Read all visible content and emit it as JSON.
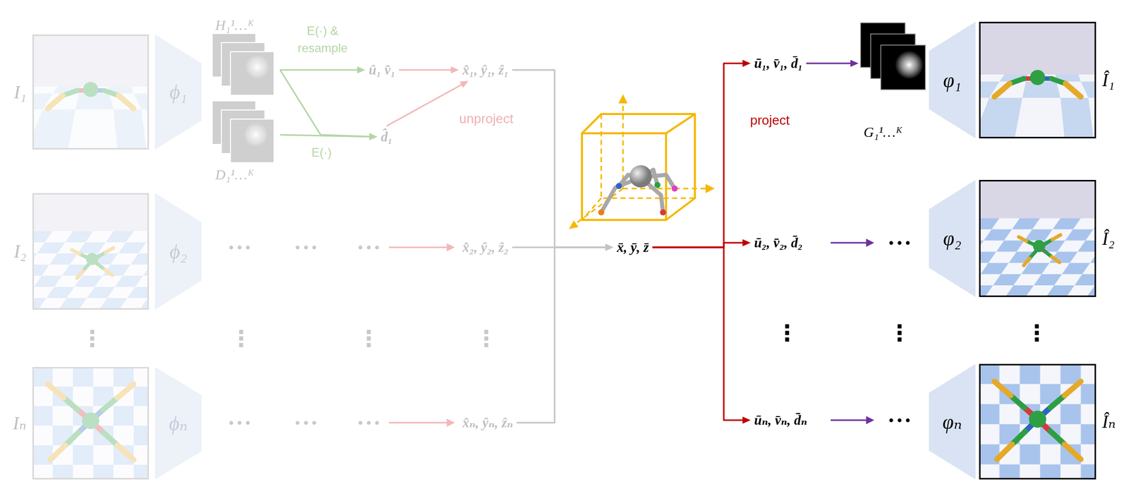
{
  "diagram": {
    "nodes": [
      {
        "text": [
          "I₁"
        ]
      },
      {
        "text": [
          "ϕ₁"
        ]
      },
      {
        "text": [
          "H₁¹…ᴷ"
        ]
      },
      {
        "text": [
          "D₁¹…ᴷ"
        ]
      },
      {
        "text": [
          "û₁ v̂₁"
        ]
      },
      {
        "text": [
          "d̂₁"
        ]
      },
      {
        "text": [
          "x̂₁, ŷ₁, ẑ₁"
        ]
      },
      {
        "text": [
          "I₂"
        ]
      },
      {
        "text": [
          "ϕ₂"
        ]
      },
      {
        "text": [
          "x̂₂, ŷ₂, ẑ₂"
        ]
      },
      {
        "text": [
          "Iₙ"
        ]
      },
      {
        "text": [
          "ϕₙ"
        ]
      },
      {
        "text": [
          "x̂ₙ, ŷₙ, ẑₙ"
        ]
      },
      {
        "text": [
          "x̄, ȳ, z̄"
        ]
      },
      {
        "text": [
          "ū₁, v̄₁, d̄₁"
        ]
      },
      {
        "text": [
          "G₁¹…ᴷ"
        ]
      },
      {
        "text": [
          "φ₁"
        ]
      },
      {
        "text": [
          "Î₁"
        ]
      },
      {
        "text": [
          "ū₂, v̄₂, d̄₂"
        ]
      },
      {
        "text": [
          "φ₂"
        ]
      },
      {
        "text": [
          "Î₂"
        ]
      },
      {
        "text": [
          "ūₙ, v̄ₙ, d̄ₙ"
        ]
      },
      {
        "text": [
          "φₙ"
        ]
      },
      {
        "text": [
          "Îₙ"
        ]
      }
    ],
    "edges": [
      {
        "from": 2,
        "to": 4,
        "arrow": "to"
      },
      {
        "from": 2,
        "to": 5,
        "arrow": "to"
      },
      {
        "from": 3,
        "to": 5,
        "arrow": "to"
      },
      {
        "from": 4,
        "to": 6,
        "arrow": "to"
      },
      {
        "from": 5,
        "to": 6,
        "arrow": "to"
      },
      {
        "from": 6,
        "to": 13,
        "arrow": "to"
      },
      {
        "from": 9,
        "to": 13,
        "arrow": "to"
      },
      {
        "from": 12,
        "to": 13,
        "arrow": "to"
      },
      {
        "from": 13,
        "to": 14,
        "arrow": "to"
      },
      {
        "from": 13,
        "to": 18,
        "arrow": "to"
      },
      {
        "from": 13,
        "to": 21,
        "arrow": "to"
      },
      {
        "from": 14,
        "to": 15,
        "arrow": "to"
      }
    ],
    "labels": [
      "E(·) & resample",
      "E(·)",
      "unproject",
      "project",
      "• • •",
      "• • •",
      "• • •",
      "• • •",
      "• • •",
      "• • •",
      "• • •",
      "• • •",
      "⋮",
      "⋮",
      "⋮",
      "⋮",
      "⋮",
      "⋮",
      "⋮"
    ]
  }
}
